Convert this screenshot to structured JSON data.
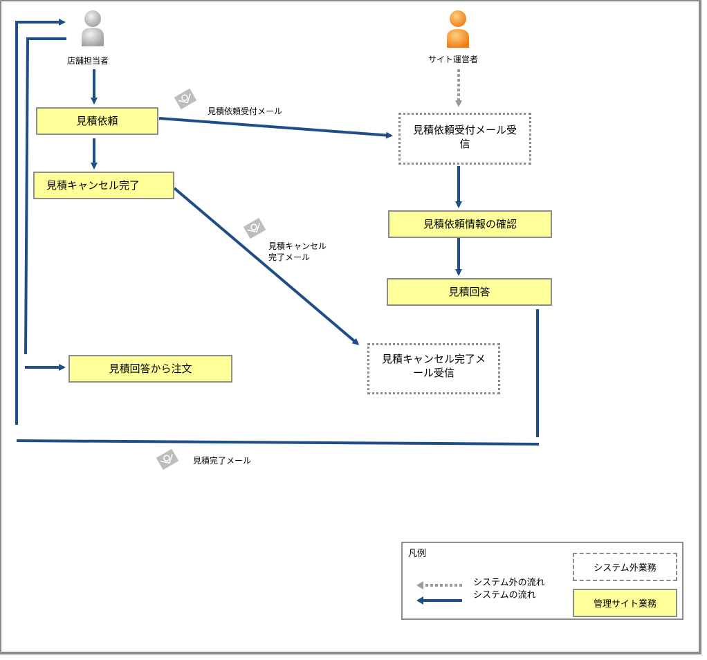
{
  "colors": {
    "system_flow": "#1f4e86",
    "external_flow": "#9a9a9a",
    "system_task_fill": "#ffff99",
    "border_gray": "#8c8c8c",
    "actor_store": "#b8b8b8",
    "actor_operator": "#f08a1c"
  },
  "actors": {
    "store": {
      "label": "店舗担当者",
      "icon": "person-gray-icon"
    },
    "operator": {
      "label": "サイト運営者",
      "icon": "person-orange-icon"
    }
  },
  "tasks": {
    "request": "見積依頼",
    "cancel_done": "見積キャンセル完了",
    "order_from_answer": "見積回答から注文",
    "receive_request_mail": "見積依頼受付メール受信",
    "confirm_info": "見積依頼情報の確認",
    "answer": "見積回答",
    "receive_cancel_mail": "見積キャンセル完了メール受信"
  },
  "mail_labels": {
    "request_mail": "見積依頼受付メール",
    "cancel_mail_line1": "見積キャンセル",
    "cancel_mail_line2": "完了メール",
    "complete_mail": "見積完了メール"
  },
  "legend": {
    "title": "凡例",
    "external_flow": "システム外の流れ",
    "system_flow": "システムの流れ",
    "external_task": "システム外業務",
    "system_task": "管理サイト業務"
  }
}
